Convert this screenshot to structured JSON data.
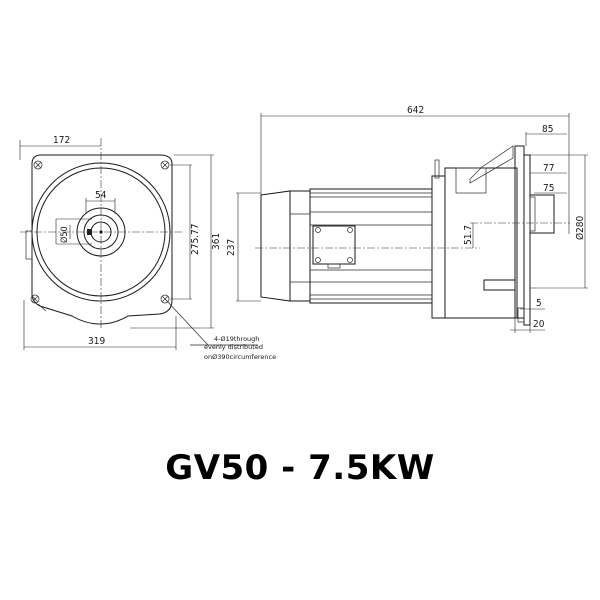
{
  "title": "GV50 - 7.5KW",
  "front_view": {
    "dimensions": {
      "width_half": "172",
      "shaft_key": "54",
      "shaft_diameter": "Ø50",
      "bolt_spacing": "275.77",
      "height": "361",
      "base_width": "319"
    },
    "note": {
      "line1": "4-Ø19through",
      "line2": "evenly distributed",
      "line3": "onØ390circumference"
    }
  },
  "side_view": {
    "dimensions": {
      "overall_length": "642",
      "flange_depth": "85",
      "shaft_length_1": "77",
      "shaft_length_2": "75",
      "flange_diameter": "Ø280",
      "motor_height": "237",
      "shaft_offset": "51.7",
      "flange_thickness": "5",
      "flange_step": "20"
    }
  }
}
